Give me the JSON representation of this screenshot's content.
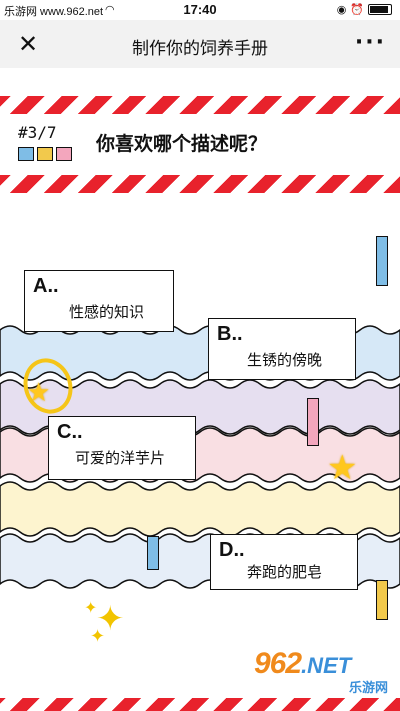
{
  "status_bar": {
    "site": "乐游网 www.962.net",
    "time": "17:40",
    "icons": [
      "wifi-icon",
      "location-icon",
      "alarm-icon",
      "battery-icon"
    ]
  },
  "nav": {
    "close_icon": "✕",
    "title": "制作你的饲养手册",
    "more_icon": "···"
  },
  "question": {
    "progress": "#3/7",
    "text": "你喜欢哪个描述呢？",
    "swatch_colors": [
      "#7fbde6",
      "#f2c94c",
      "#f3a6bd"
    ]
  },
  "options": [
    {
      "letter": "A..",
      "label": "性感的知识"
    },
    {
      "letter": "B..",
      "label": "生锈的傍晚"
    },
    {
      "letter": "C..",
      "label": "可爱的洋芋片"
    },
    {
      "letter": "D..",
      "label": "奔跑的肥皂"
    }
  ],
  "colors": {
    "stripe_red": "#e8222c",
    "band_blue": "#d6e8f7",
    "band_purple": "#e6dff0",
    "band_pink": "#f9dfe3",
    "band_yellow": "#fdf4cf",
    "band_lightblue": "#e6eef8",
    "bar_blue": "#7fbde6",
    "bar_pink": "#f3a6bd",
    "bar_yellow": "#f2c94c"
  },
  "watermark": {
    "main": "962",
    "net": ".NET",
    "sub": "乐游网"
  }
}
